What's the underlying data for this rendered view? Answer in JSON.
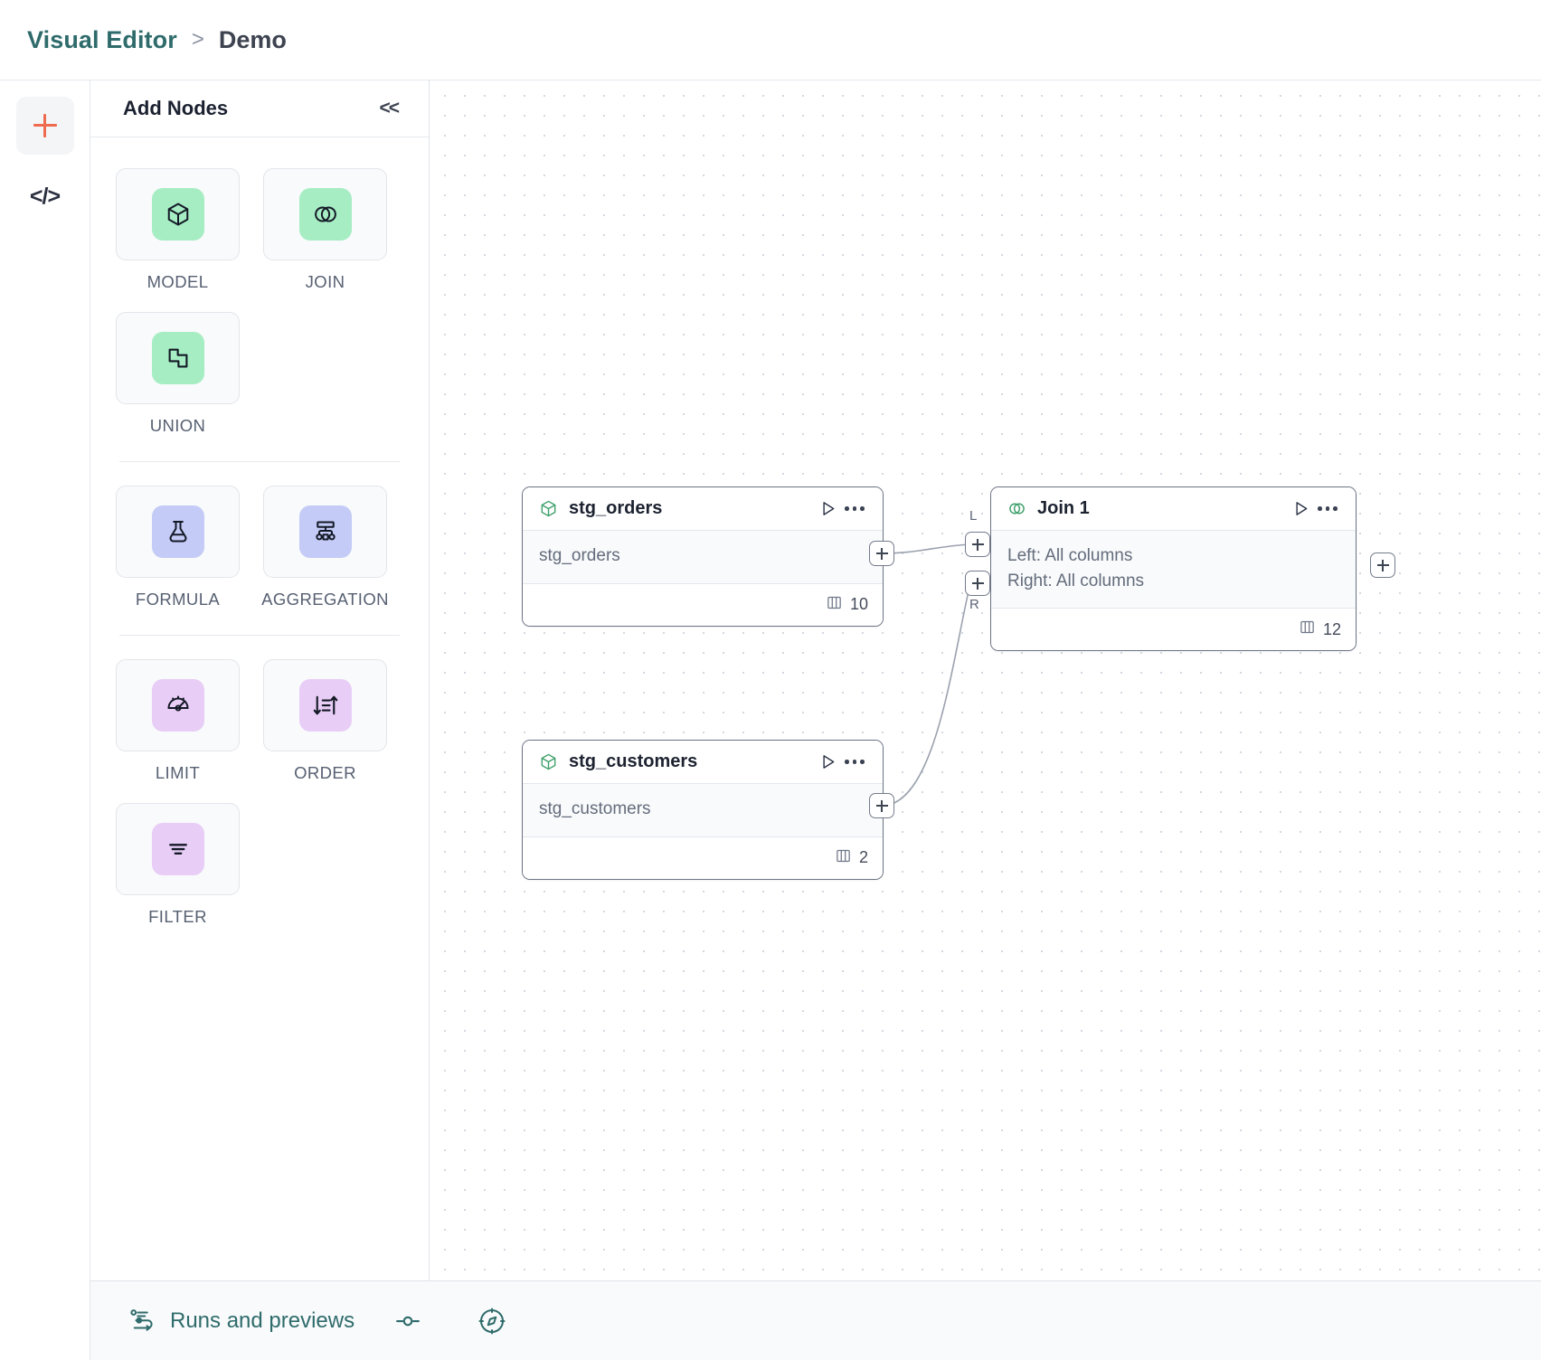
{
  "header": {
    "breadcrumb_root": "Visual Editor",
    "breadcrumb_separator": ">",
    "breadcrumb_current": "Demo"
  },
  "rail": {
    "items": [
      {
        "icon": "plus-icon",
        "color": "#ef6b4f"
      },
      {
        "icon": "code-icon",
        "label": "</>",
        "color": "#2b3040"
      }
    ]
  },
  "panel": {
    "title": "Add Nodes",
    "collapse_label": "<<",
    "groups": [
      {
        "items": [
          {
            "label": "MODEL",
            "icon": "cube-icon",
            "chip": "chip-green"
          },
          {
            "label": "JOIN",
            "icon": "venn-icon",
            "chip": "chip-green"
          },
          {
            "label": "UNION",
            "icon": "union-icon",
            "chip": "chip-green"
          }
        ]
      },
      {
        "items": [
          {
            "label": "FORMULA",
            "icon": "flask-icon",
            "chip": "chip-blue"
          },
          {
            "label": "AGGREGATION",
            "icon": "aggregation-icon",
            "chip": "chip-blue"
          }
        ]
      },
      {
        "items": [
          {
            "label": "LIMIT",
            "icon": "limit-icon",
            "chip": "chip-pink"
          },
          {
            "label": "ORDER",
            "icon": "order-icon",
            "chip": "chip-pink"
          },
          {
            "label": "FILTER",
            "icon": "filter-icon",
            "chip": "chip-pink"
          }
        ]
      }
    ]
  },
  "canvas": {
    "nodes": [
      {
        "id": "stg_orders",
        "title": "stg_orders",
        "icon": "cube-icon",
        "body_lines": [
          "stg_orders"
        ],
        "column_count": "10"
      },
      {
        "id": "stg_customers",
        "title": "stg_customers",
        "icon": "cube-icon",
        "body_lines": [
          "stg_customers"
        ],
        "column_count": "2"
      },
      {
        "id": "join_1",
        "title": "Join 1",
        "icon": "venn-icon",
        "body_lines": [
          "Left: All columns",
          "Right: All columns"
        ],
        "column_count": "12"
      }
    ],
    "handle_tags": {
      "left": "L",
      "right": "R"
    }
  },
  "footer": {
    "runs_label": "Runs and previews",
    "icons": [
      "runs-pipeline-icon",
      "slider-handle-icon",
      "compass-icon"
    ]
  },
  "colors": {
    "accent_teal": "#2f6b6b",
    "accent_orange": "#ef6b4f",
    "chip_green": "#a6edc4",
    "chip_blue": "#c3cbf6",
    "chip_pink": "#e8cdf7",
    "node_border": "#6b7384",
    "node_icon_green": "#3ea06a"
  }
}
